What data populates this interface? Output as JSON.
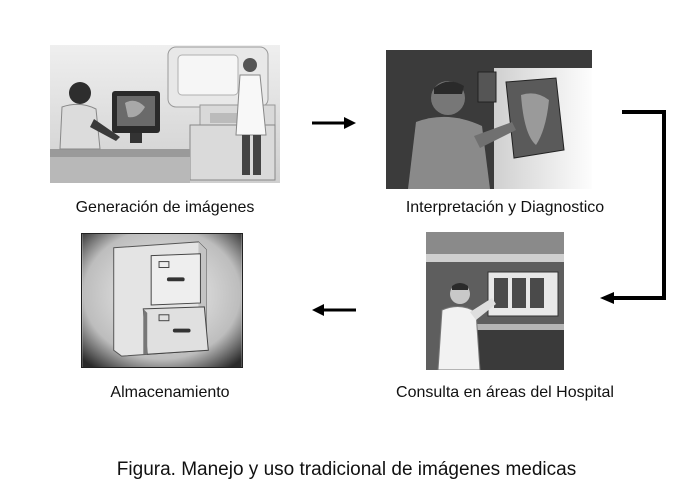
{
  "diagram": {
    "nodes": [
      {
        "id": "generation",
        "label": "Generación de imágenes",
        "icon": "ct-scanner-operator-photo"
      },
      {
        "id": "interpretation",
        "label": "Interpretación y Diagnostico",
        "icon": "radiologist-xray-viewbox-photo"
      },
      {
        "id": "consultation",
        "label": "Consulta en áreas del Hospital",
        "icon": "nurse-xray-lightbox-photo"
      },
      {
        "id": "storage",
        "label": "Almacenamiento",
        "icon": "filing-cabinet-photo"
      }
    ],
    "edges": [
      {
        "from": "generation",
        "to": "interpretation"
      },
      {
        "from": "interpretation",
        "to": "consultation"
      },
      {
        "from": "consultation",
        "to": "storage"
      }
    ]
  },
  "caption": "Figura. Manejo y uso tradicional de imágenes medicas"
}
